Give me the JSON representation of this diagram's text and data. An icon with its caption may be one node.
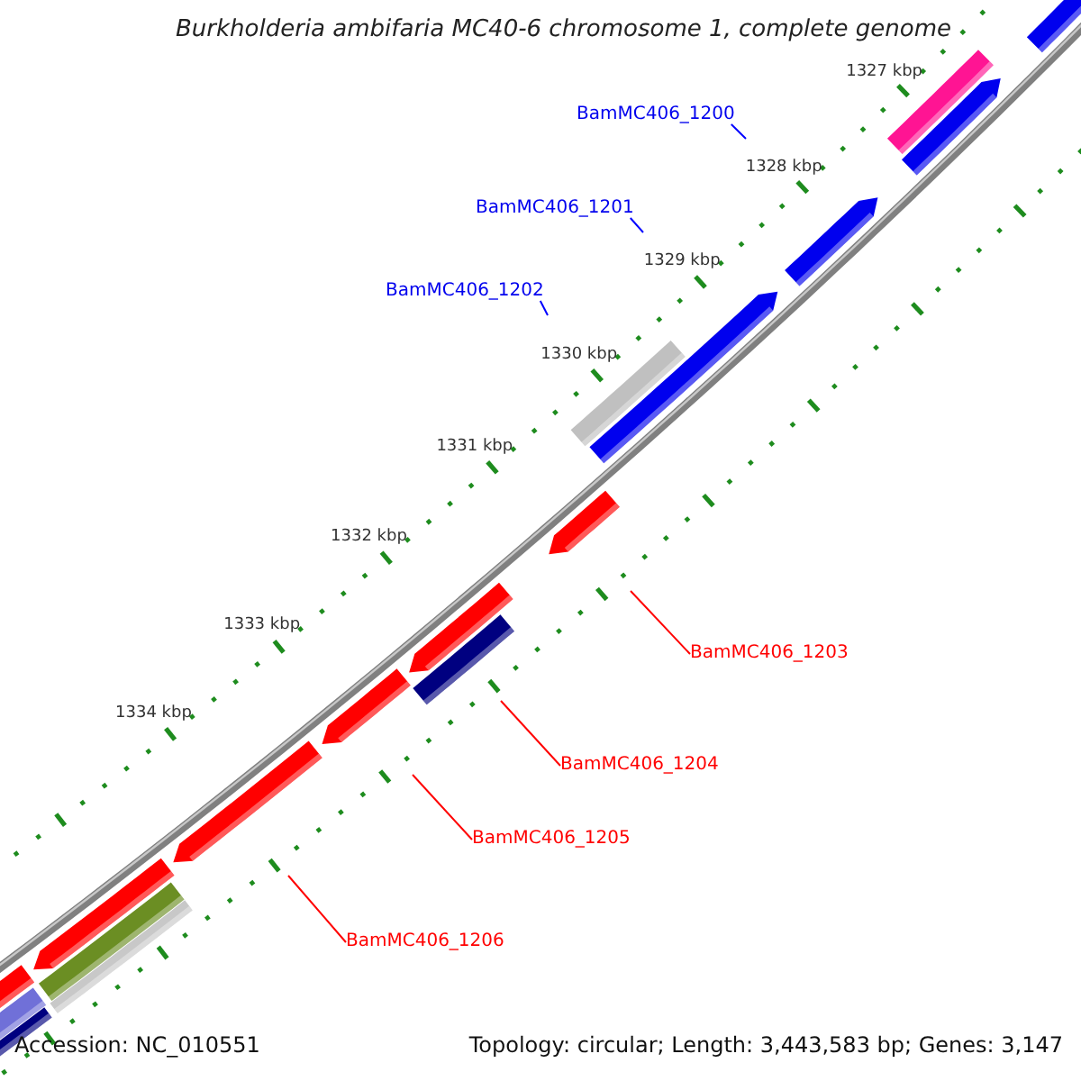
{
  "diagram": {
    "title": "Burkholderia ambifaria MC40-6 chromosome 1, complete genome",
    "nodes": [
      {
        "text": [
          "BamMC406_1200"
        ]
      },
      {
        "text": [
          "BamMC406_1201"
        ]
      },
      {
        "text": [
          "BamMC406_1202"
        ]
      },
      {
        "text": [
          "BamMC406_1203"
        ]
      },
      {
        "text": [
          "BamMC406_1204"
        ]
      },
      {
        "text": [
          "BamMC406_1205"
        ]
      },
      {
        "text": [
          "BamMC406_1206"
        ]
      }
    ],
    "edges": [
      {
        "from": 0,
        "to": null,
        "arrow": "none",
        "color": "#0000ff"
      },
      {
        "from": 1,
        "to": null,
        "arrow": "none",
        "color": "#0000ff"
      },
      {
        "from": 2,
        "to": null,
        "arrow": "none",
        "color": "#0000ff"
      },
      {
        "from": 3,
        "to": null,
        "arrow": "none"
      },
      {
        "from": 4,
        "to": null,
        "arrow": "none"
      },
      {
        "from": 5,
        "to": null,
        "arrow": "none"
      },
      {
        "from": 6,
        "to": null,
        "arrow": "none"
      }
    ],
    "labels": [
      "1327 kbp",
      "1328 kbp",
      "1329 kbp",
      "1330 kbp",
      "1331 kbp",
      "1332 kbp",
      "1333 kbp",
      "1334 kbp",
      "Accession: NC_010551",
      "Topology: circular; Length: 3,443,583 bp; Genes: 3,147"
    ]
  }
}
